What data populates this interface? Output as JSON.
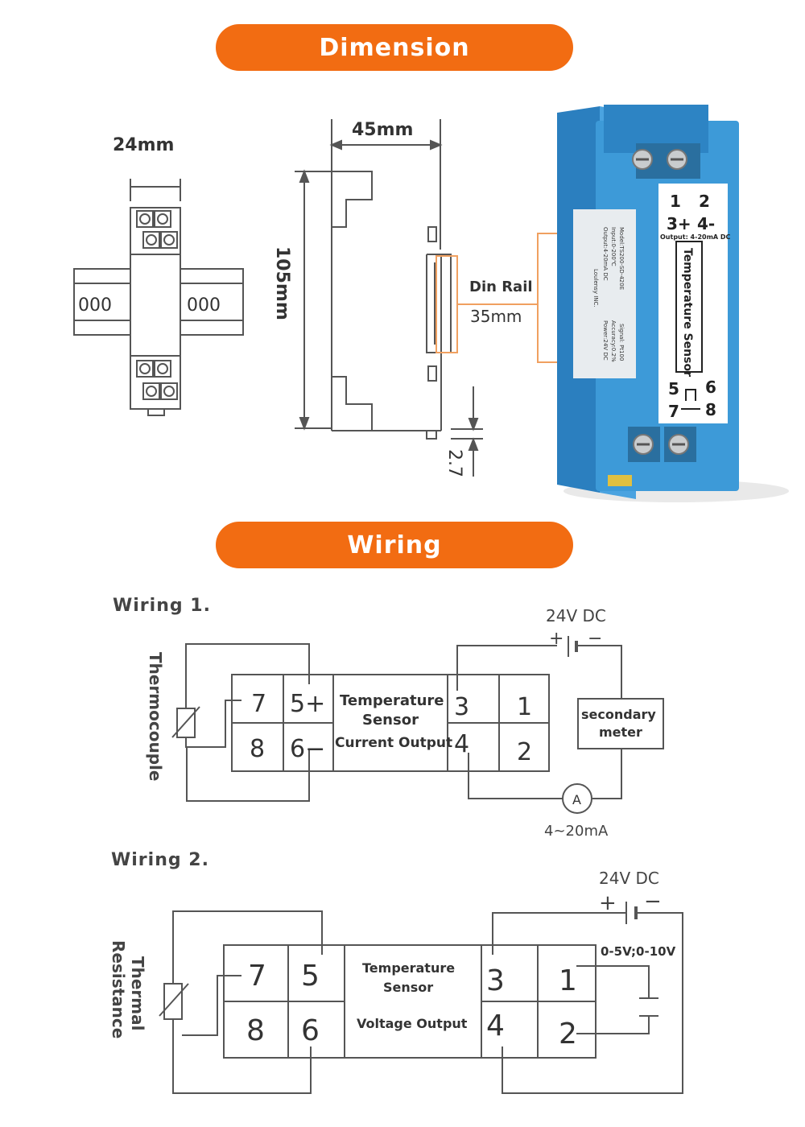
{
  "banners": {
    "dimension": "Dimension",
    "wiring": "Wiring"
  },
  "dimension": {
    "width_label": "24mm",
    "depth_label": "45mm",
    "height_label": "105mm",
    "din_rail_label": "Din Rail",
    "din_rail_size": "35mm",
    "foot_label": "2.7",
    "rail_holes": "000"
  },
  "device": {
    "terminals_top": [
      "1",
      "2",
      "3+",
      "4-"
    ],
    "output_note": "Output: 4-20mA DC",
    "name": "Temperature Sensor",
    "terminals_bottom": [
      "5",
      "6",
      "7",
      "8"
    ],
    "spec_lines": [
      "Model:TS200-SD-420E",
      "Input:0-200℃",
      "Output:4-20mA DC",
      "Loulensy INC.",
      "Signal: Pt100",
      "Accuracy:0.2%",
      "Power:24V DC"
    ],
    "colors": {
      "body": "#3d9ad8",
      "label": "#e8ecef"
    }
  },
  "wiring1": {
    "title": "Wiring 1.",
    "sensor_label": "Thermocouple",
    "terminals_left": [
      "7",
      "5+",
      "8",
      "6−"
    ],
    "center_lines": [
      "Temperature",
      "Sensor",
      "Current Output"
    ],
    "terminals_right": [
      "3",
      "1",
      "4",
      "2"
    ],
    "supply_label": "24V DC",
    "supply_plus": "+",
    "supply_minus": "−",
    "meter_lines": [
      "secondary",
      "meter"
    ],
    "ammeter_symbol": "A",
    "current_label": "4~20mA"
  },
  "wiring2": {
    "title": "Wiring 2.",
    "sensor_label_lines": [
      "Thermal",
      "Resistance"
    ],
    "terminals_left": [
      "7",
      "5",
      "8",
      "6"
    ],
    "center_lines": [
      "Temperature",
      "Sensor",
      "Voltage Output"
    ],
    "terminals_right": [
      "3",
      "1",
      "4",
      "2"
    ],
    "supply_label": "24V DC",
    "supply_plus": "+",
    "supply_minus": "−",
    "output_range": "0-5V;0-10V"
  },
  "accent_color": "#f26c12"
}
